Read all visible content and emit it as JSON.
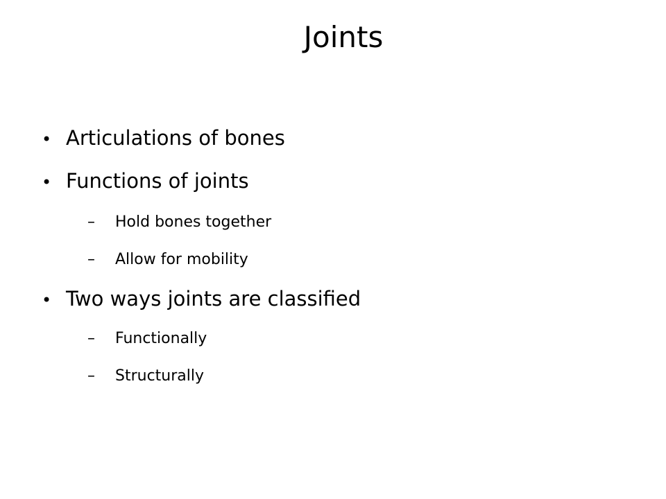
{
  "slide": {
    "title": "Joints",
    "bullets": [
      {
        "marker": "•",
        "text": "Articulations of bones"
      },
      {
        "marker": "•",
        "text": "Functions of joints"
      },
      {
        "marker": "–",
        "text": "Hold bones together"
      },
      {
        "marker": "–",
        "text": "Allow for mobility"
      },
      {
        "marker": "•",
        "text": "Two ways joints are classified"
      },
      {
        "marker": "–",
        "text": "Functionally"
      },
      {
        "marker": "–",
        "text": "Structurally"
      }
    ]
  }
}
